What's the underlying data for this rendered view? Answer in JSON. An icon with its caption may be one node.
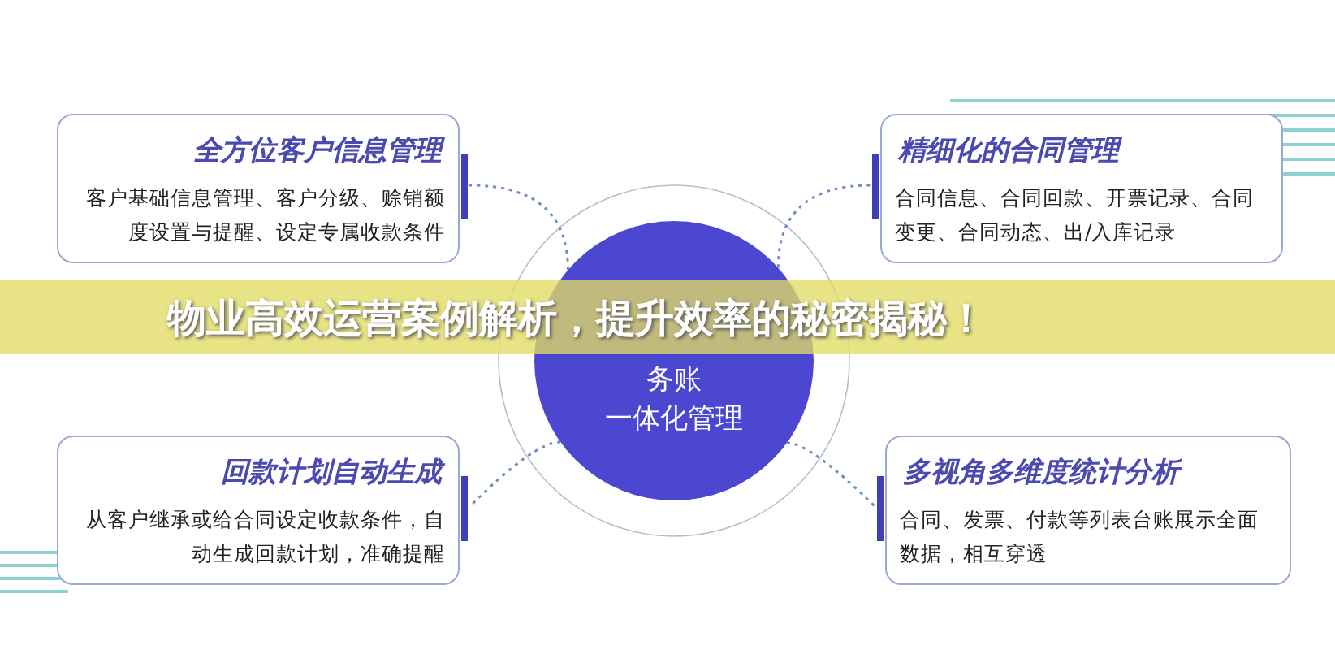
{
  "diagram": {
    "title": "物业高效运营案例解析，提升效率的秘密揭秘！",
    "nodes": [
      {
        "text": [
          "务账",
          "一体化管理"
        ]
      },
      {
        "text": [
          "全方位客户信息管理",
          "客户基础信息管理、客户分级、赊销额度设置与提醒、设定专属收款条件"
        ]
      },
      {
        "text": [
          "精细化的合同管理",
          "合同信息、合同回款、开票记录、合同变更、合同动态、出/入库记录"
        ]
      },
      {
        "text": [
          "回款计划自动生成",
          "从客户继承或给合同设定收款条件，自动生成回款计划，准确提醒"
        ]
      },
      {
        "text": [
          "多视角多维度统计分析",
          "合同、发票、付款等列表台账展示全面数据，相互穿透"
        ]
      }
    ],
    "edges": [
      {
        "from": 0,
        "to": 1,
        "arrow": "none",
        "style": "dashed"
      },
      {
        "from": 0,
        "to": 2,
        "arrow": "none",
        "style": "dashed"
      },
      {
        "from": 0,
        "to": 3,
        "arrow": "none",
        "style": "dashed"
      },
      {
        "from": 0,
        "to": 4,
        "arrow": "none",
        "style": "dashed"
      }
    ]
  }
}
